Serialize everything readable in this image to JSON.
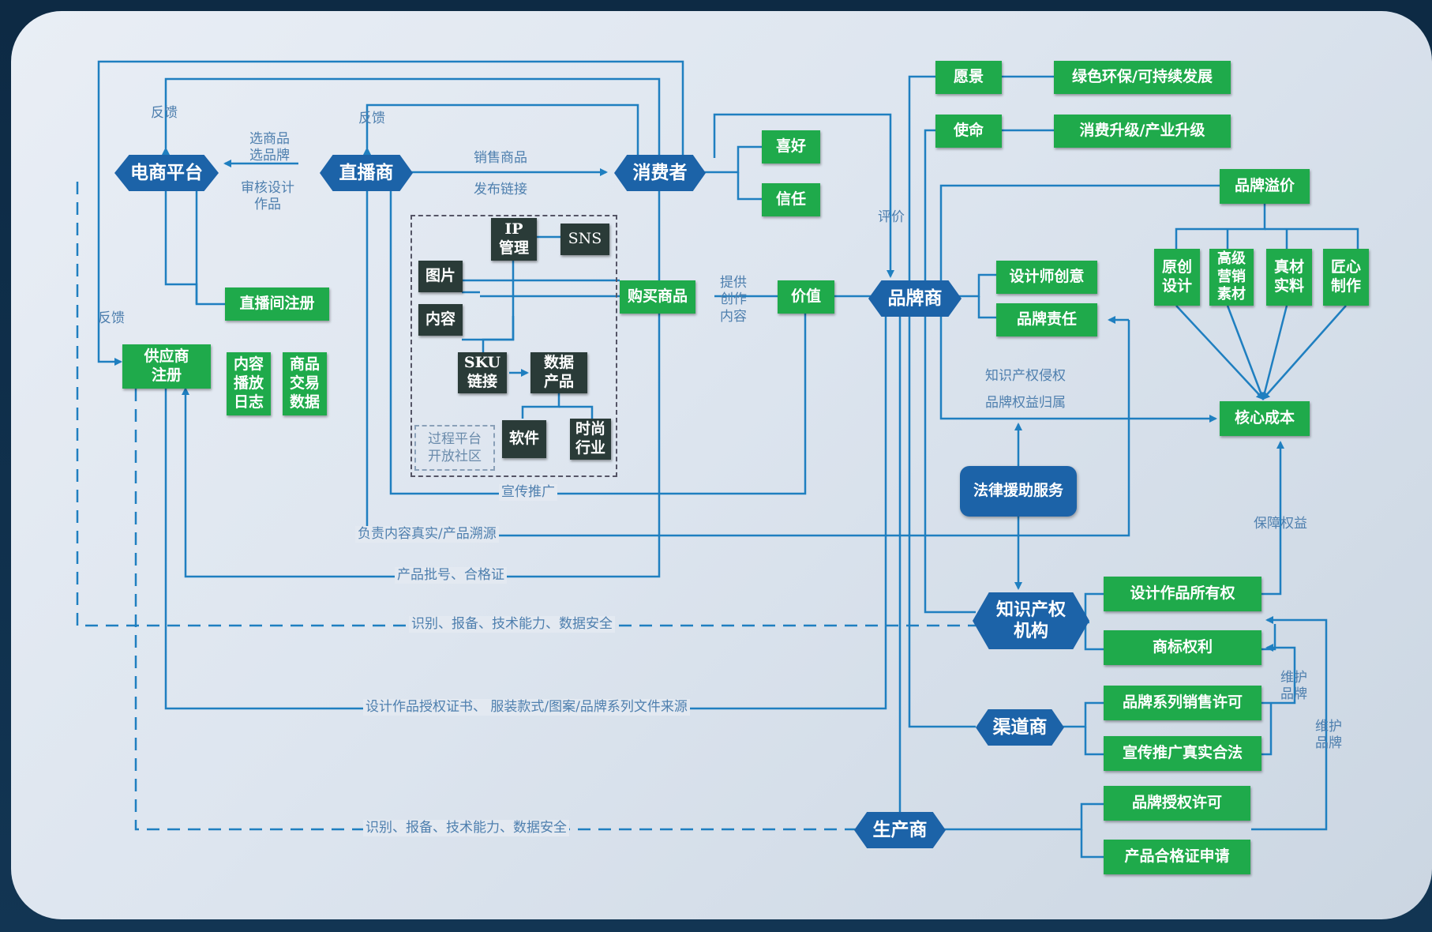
{
  "nodes": {
    "ecommerce_platform": "电商平台",
    "live_streamer": "直播商",
    "consumer": "消费者",
    "preference": "喜好",
    "trust": "信任",
    "vision": "愿景",
    "vision_text": "绿色环保/可持续发展",
    "mission": "使命",
    "mission_text": "消费升级/产业升级",
    "brand_premium": "品牌溢价",
    "original_design": "原创\n设计",
    "premium_marketing": "高级\n营销\n素材",
    "genuine_material": "真材\n实料",
    "craftsmanship": "匠心\n制作",
    "core_cost": "核心成本",
    "brand_owner": "品牌商",
    "designer_creativity": "设计师创意",
    "brand_responsibility": "品牌责任",
    "value": "价值",
    "buy_goods": "购买商品",
    "livestream_registration": "直播间注册",
    "supplier_registration": "供应商\n注册",
    "content_log": "内容\n播放\n日志",
    "trade_data": "商品\n交易\n数据",
    "ip_management": "IP\n管理",
    "sns": "SNS",
    "image": "图片",
    "content": "内容",
    "sku_link": "SKU\n链接",
    "data_product": "数据\n产品",
    "software": "软件",
    "fashion_industry": "时尚\n行业",
    "process_platform": "过程平台\n开放社区",
    "legal_aid": "法律援助服务",
    "ip_agency": "知识产权\n机构",
    "design_ownership": "设计作品所有权",
    "trademark_rights": "商标权利",
    "channel": "渠道商",
    "series_sales_license": "品牌系列销售许可",
    "promotion_legal": "宣传推广真实合法",
    "manufacturer": "生产商",
    "brand_license": "品牌授权许可",
    "qualification_application": "产品合格证申请"
  },
  "labels": {
    "feedback": "反馈",
    "select_goods": "选商品\n选品牌",
    "review_design": "审核设计\n作品",
    "sell_goods": "销售商品",
    "publish_link": "发布链接",
    "review": "评价",
    "provide_content": "提供\n创作\n内容",
    "ip_infringement": "知识产权侵权",
    "brand_rights": "品牌权益归属",
    "protect_rights": "保障权益",
    "maintain_brand": "维护\n品牌",
    "promotion": "宣传推广",
    "content_authenticity": "负责内容真实/产品溯源",
    "batch_certificate": "产品批号、合格证",
    "identify_security": "识别、报备、技术能力、数据安全",
    "design_license_doc": "设计作品授权证书、 服装款式/图案/品牌系列文件来源"
  },
  "colors": {
    "green": "#1faa4b",
    "blue": "#1c63a8",
    "dark": "#2a3b38",
    "line": "#1f7fc0",
    "label": "#4e7fae"
  }
}
